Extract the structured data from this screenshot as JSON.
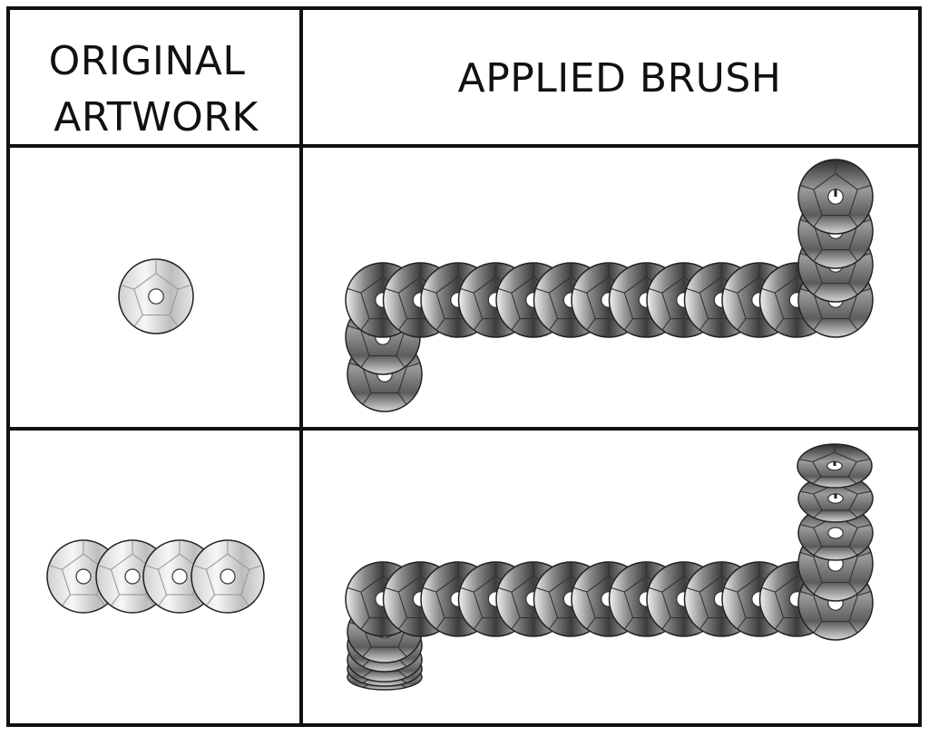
{
  "headers": {
    "original_line1": "ORIGINAL",
    "original_line2": "ARTWORK",
    "applied": "APPLIED BRUSH"
  },
  "colors": {
    "border": "#111111",
    "sequin_light": "#f2f2f2",
    "sequin_dark": "#4a4a4a",
    "sequin_outline": "#222222"
  },
  "rows": [
    {
      "name": "single-sequin",
      "original_sequin_count": 1
    },
    {
      "name": "four-sequin-strip",
      "original_sequin_count": 4
    }
  ]
}
